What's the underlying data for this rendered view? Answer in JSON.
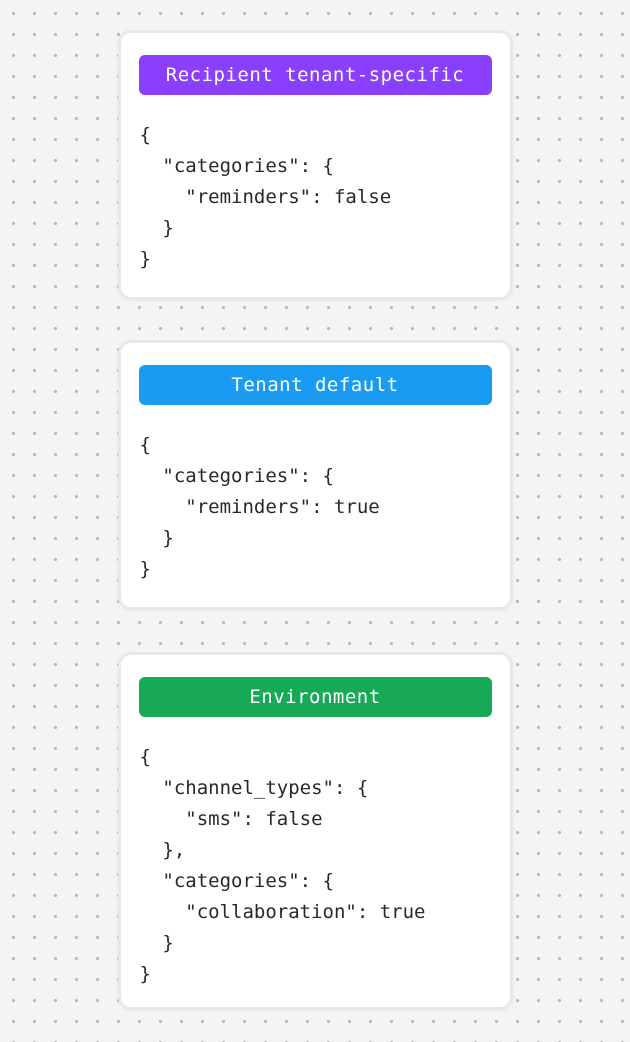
{
  "page": {
    "background_color": "#f4f4f5",
    "dot_color": "#b8b8bc"
  },
  "cards": [
    {
      "id": "recipient-tenant-specific",
      "badge": {
        "label": "Recipient tenant-specific",
        "color": "#8a3ffc"
      },
      "code": "{\n  \"categories\": {\n    \"reminders\": false\n  }\n}"
    },
    {
      "id": "tenant-default",
      "badge": {
        "label": "Tenant default",
        "color": "#1a9bf2"
      },
      "code": "{\n  \"categories\": {\n    \"reminders\": true\n  }\n}"
    },
    {
      "id": "environment",
      "badge": {
        "label": "Environment",
        "color": "#18a957"
      },
      "code": "{\n  \"channel_types\": {\n    \"sms\": false\n  },\n  \"categories\": {\n    \"collaboration\": true\n  }\n}"
    }
  ]
}
